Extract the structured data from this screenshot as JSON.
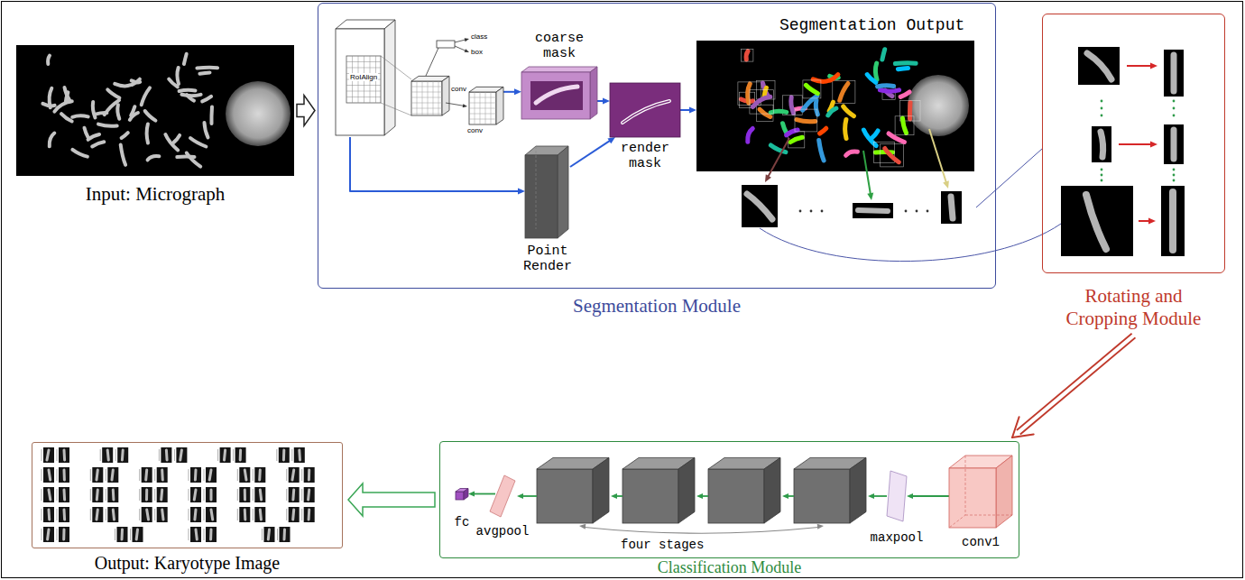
{
  "diagram": {
    "nodes": [
      {
        "text": [
          "Input: Micrograph"
        ]
      },
      {
        "text": [
          "Segmentation Module"
        ]
      },
      {
        "text": [
          "RoIAlign"
        ],
        "in": 1
      },
      {
        "text": [
          "coarse mask"
        ],
        "in": 1
      },
      {
        "text": [
          "Point Render"
        ],
        "in": 1
      },
      {
        "text": [
          "render mask"
        ],
        "in": 1
      },
      {
        "text": [
          "Segmentation Output"
        ],
        "in": 1
      },
      {
        "text": [
          "Rotating and Cropping Module"
        ]
      },
      {
        "text": [
          "Output: Karyotype Image"
        ]
      },
      {
        "text": [
          "Classification Module"
        ]
      },
      {
        "text": [
          "fc"
        ],
        "in": 9
      },
      {
        "text": [
          "avgpool"
        ],
        "in": 9
      },
      {
        "text": [
          "maxpool"
        ],
        "in": 9
      },
      {
        "text": [
          "conv1"
        ],
        "in": 9
      }
    ],
    "edges": [
      {
        "from": 0,
        "to": 1,
        "arrow": "to"
      },
      {
        "from": 2,
        "to": 3,
        "arrow": "to"
      },
      {
        "from": 2,
        "to": 4,
        "arrow": "to"
      },
      {
        "from": 3,
        "to": 5,
        "arrow": "to"
      },
      {
        "from": 4,
        "to": 5,
        "arrow": "to"
      },
      {
        "from": 5,
        "to": 6,
        "arrow": "to"
      },
      {
        "from": 6,
        "to": 7,
        "arrow": "none"
      },
      {
        "from": 7,
        "to": 9,
        "arrow": "to"
      },
      {
        "from": 9,
        "to": 8,
        "arrow": "to"
      },
      {
        "from": 13,
        "to": 12,
        "arrow": "to"
      },
      {
        "from": 11,
        "to": 10,
        "arrow": "to"
      }
    ],
    "labels": [
      "class",
      "box",
      "conv",
      "conv",
      "four stages"
    ]
  }
}
